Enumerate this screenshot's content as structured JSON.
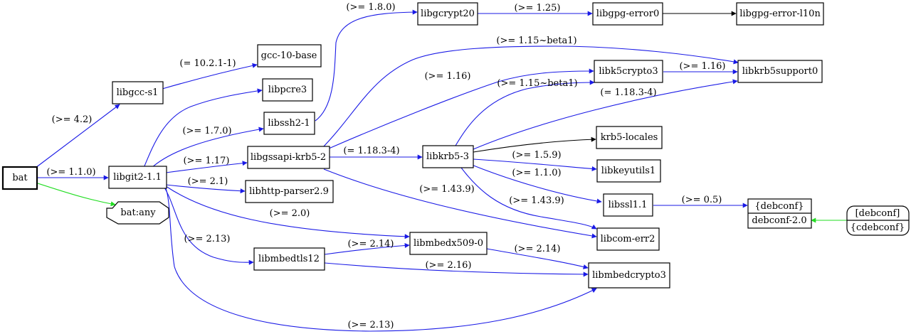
{
  "colors": {
    "version_dep": "#1a1ae6",
    "plain_dep": "#000000",
    "alt_dep": "#22dd22"
  },
  "nodes": {
    "bat": "bat",
    "libgcc_s1": "libgcc-s1",
    "libgit2": "libgit2-1.1",
    "bat_any": "bat:any",
    "gcc10base": "gcc-10-base",
    "libpcre3": "libpcre3",
    "libssh2": "libssh2-1",
    "libgssapi": "libgssapi-krb5-2",
    "libhttp": "libhttp-parser2.9",
    "libmbedtls": "libmbedtls12",
    "libgcrypt": "libgcrypt20",
    "libgpgerror": "libgpg-error0",
    "libgpgerror_l10n": "libgpg-error-l10n",
    "libk5crypto": "libk5crypto3",
    "libkrb5support": "libkrb5support0",
    "libkrb5": "libkrb5-3",
    "krb5locales": "krb5-locales",
    "libkeyutils": "libkeyutils1",
    "libssl": "libssl1.1",
    "libcomerr": "libcom-err2",
    "libmbedx509": "libmbedx509-0",
    "libmbedcrypto": "libmbedcrypto3",
    "debconf_top": "{debconf}",
    "debconf_bottom": "debconf-2.0",
    "cdebconf_top": "[debconf]",
    "cdebconf_bottom": "{cdebconf}"
  },
  "edges": {
    "bat_libgcc": "(>= 4.2)",
    "bat_libgit2": "(>= 1.1.0)",
    "libgcc_gcc10": "(= 10.2.1-1)",
    "libgit2_libssh2": "(>= 1.7.0)",
    "libgit2_libgssapi": "(>= 1.17)",
    "libgit2_libhttp": "(>= 2.1)",
    "libgit2_libmbedx509": "(>= 2.0)",
    "libgit2_libmbedtls": "(>= 2.13)",
    "libgit2_libmbedcrypto": "(>= 2.13)",
    "libssh2_libgcrypt": "(>= 1.8.0)",
    "libgcrypt_libgpgerror": "(>= 1.25)",
    "libgssapi_libkrb5support": "(>= 1.15~beta1)",
    "libgssapi_libk5crypto": "(>= 1.16)",
    "libgssapi_libkrb5": "(= 1.18.3-4)",
    "libgssapi_libcomerr": "(>= 1.43.9)",
    "libk5crypto_libkrb5support": "(>= 1.16)",
    "libkrb5_libk5crypto": "(>= 1.15~beta1)",
    "libkrb5_libkrb5support": "(= 1.18.3-4)",
    "libkrb5_libkeyutils": "(>= 1.5.9)",
    "libkrb5_libssl": "(>= 1.1.0)",
    "libkrb5_libcomerr": "(>= 1.43.9)",
    "libssl_debconf": "(>= 0.5)",
    "libmbedtls_libmbedx509": "(>= 2.14)",
    "libmbedtls_libmbedcrypto": "(>= 2.16)",
    "libmbedx509_libmbedcrypto": "(>= 2.14)"
  }
}
